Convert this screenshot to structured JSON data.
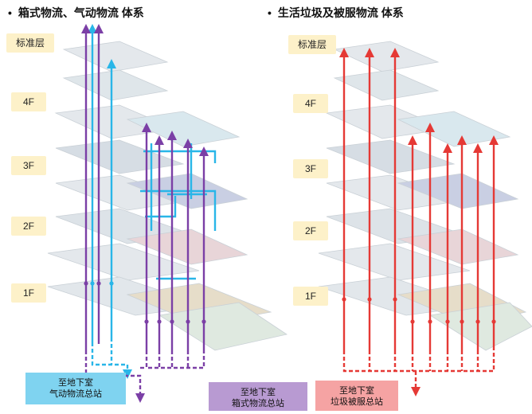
{
  "left_panel": {
    "title": "箱式物流、气动物流 体系",
    "floor_labels": [
      "标准层",
      "4F",
      "3F",
      "2F",
      "1F"
    ],
    "callout_pneumatic": {
      "line1": "至地下室",
      "line2": "气动物流总站"
    },
    "callout_box": {
      "line1": "至地下室",
      "line2": "箱式物流总站"
    }
  },
  "right_panel": {
    "title": "生活垃圾及被服物流 体系",
    "floor_labels": [
      "标准层",
      "4F",
      "3F",
      "2F",
      "1F"
    ],
    "callout_waste": {
      "line1": "至地下室",
      "line2": "垃圾被服总站"
    }
  },
  "bullet": "•",
  "colors": {
    "pneumatic": "#29b6e8",
    "box": "#7b3fa6",
    "waste": "#e53935",
    "floor_label_bg": "#fdf1c9",
    "callout_pneumatic_bg": "#7fd3f0",
    "callout_box_bg": "#b89ad2",
    "callout_waste_bg": "#f5a3a3"
  }
}
